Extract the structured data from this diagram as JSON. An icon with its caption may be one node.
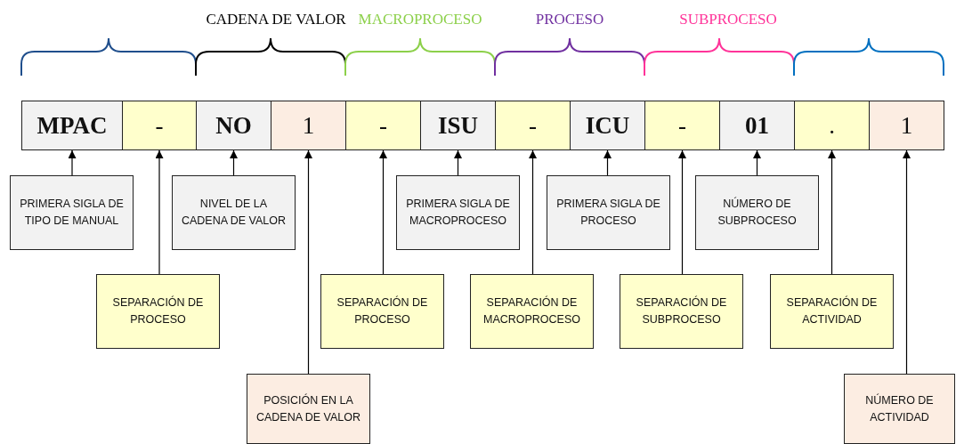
{
  "diagram": {
    "nodes": [
      {
        "text": [
          "MPAC"
        ]
      },
      {
        "text": [
          "-"
        ]
      },
      {
        "text": [
          "NO"
        ]
      },
      {
        "text": [
          "1"
        ]
      },
      {
        "text": [
          "-"
        ]
      },
      {
        "text": [
          "ISU"
        ]
      },
      {
        "text": [
          "-"
        ]
      },
      {
        "text": [
          "ICU"
        ]
      },
      {
        "text": [
          "-"
        ]
      },
      {
        "text": [
          "01"
        ]
      },
      {
        "text": [
          "."
        ]
      },
      {
        "text": [
          "1"
        ]
      },
      {
        "text": [
          "PRIMERA SIGLA DE TIPO DE MANUAL"
        ]
      },
      {
        "text": [
          "SEPARACIÓN DE PROCESO"
        ]
      },
      {
        "text": [
          "NIVEL DE LA CADENA DE VALOR"
        ]
      },
      {
        "text": [
          "POSICIÓN EN LA CADENA DE VALOR"
        ]
      },
      {
        "text": [
          "SEPARACIÓN DE PROCESO"
        ]
      },
      {
        "text": [
          "PRIMERA SIGLA DE MACROPROCESO"
        ]
      },
      {
        "text": [
          "SEPARACIÓN DE MACROPROCESO"
        ]
      },
      {
        "text": [
          "PRIMERA SIGLA DE PROCESO"
        ]
      },
      {
        "text": [
          "SEPARACIÓN DE SUBPROCESO"
        ]
      },
      {
        "text": [
          "NÚMERO DE SUBPROCESO"
        ]
      },
      {
        "text": [
          "SEPARACIÓN DE ACTIVIDAD"
        ]
      },
      {
        "text": [
          "NÚMERO DE ACTIVIDAD"
        ]
      }
    ],
    "edges": [
      {
        "from": 12,
        "to": 0,
        "arrow": "to"
      },
      {
        "from": 13,
        "to": 1,
        "arrow": "to"
      },
      {
        "from": 14,
        "to": 2,
        "arrow": "to"
      },
      {
        "from": 15,
        "to": 3,
        "arrow": "to"
      },
      {
        "from": 16,
        "to": 4,
        "arrow": "to"
      },
      {
        "from": 17,
        "to": 5,
        "arrow": "to"
      },
      {
        "from": 18,
        "to": 6,
        "arrow": "to"
      },
      {
        "from": 19,
        "to": 7,
        "arrow": "to"
      },
      {
        "from": 20,
        "to": 8,
        "arrow": "to"
      },
      {
        "from": 21,
        "to": 9,
        "arrow": "to"
      },
      {
        "from": 22,
        "to": 10,
        "arrow": "to"
      },
      {
        "from": 23,
        "to": 11,
        "arrow": "to"
      }
    ],
    "labels": [
      "CADENA DE VALOR",
      "MACROPROCESO",
      "PROCESO",
      "SUBPROCESO"
    ]
  }
}
